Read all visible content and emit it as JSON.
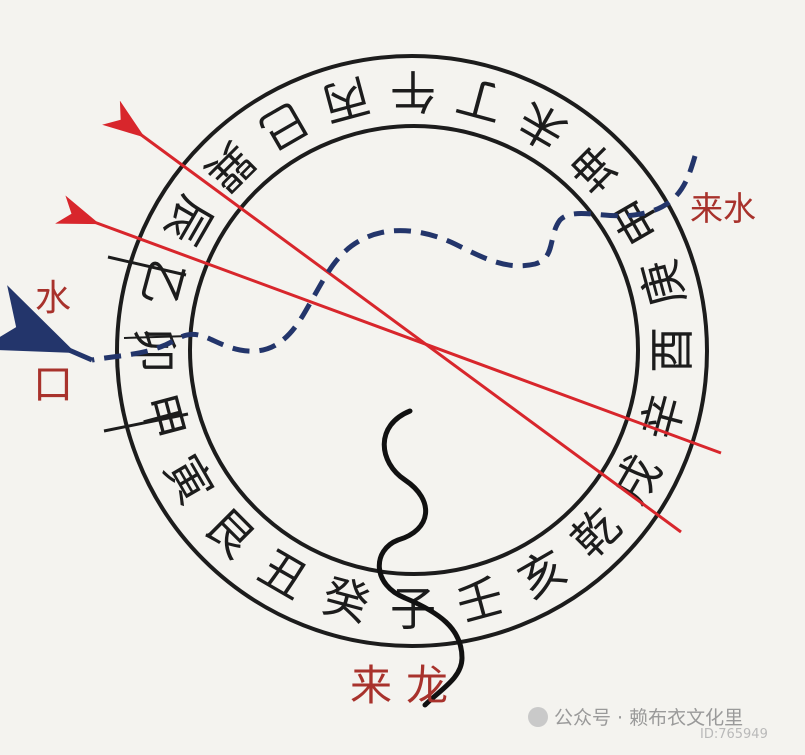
{
  "compass": {
    "ring_characters": [
      "子",
      "癸",
      "丑",
      "艮",
      "寅",
      "甲",
      "卯",
      "乙",
      "辰",
      "巽",
      "巳",
      "丙",
      "午",
      "丁",
      "未",
      "坤",
      "申",
      "庚",
      "酉",
      "辛",
      "戌",
      "乾",
      "亥",
      "壬"
    ]
  },
  "labels": {
    "incoming_water": "来水",
    "water_outlet_top": "水",
    "water_outlet_bottom": "口",
    "incoming_dragon": "来龙"
  },
  "watermark": {
    "text": "公众号 · 赖布衣文化里",
    "id": "ID:765949"
  },
  "colors": {
    "ink": "#1c1c1c",
    "red": "#d8262c",
    "navy": "#23356b",
    "label_red": "#a8322c"
  }
}
